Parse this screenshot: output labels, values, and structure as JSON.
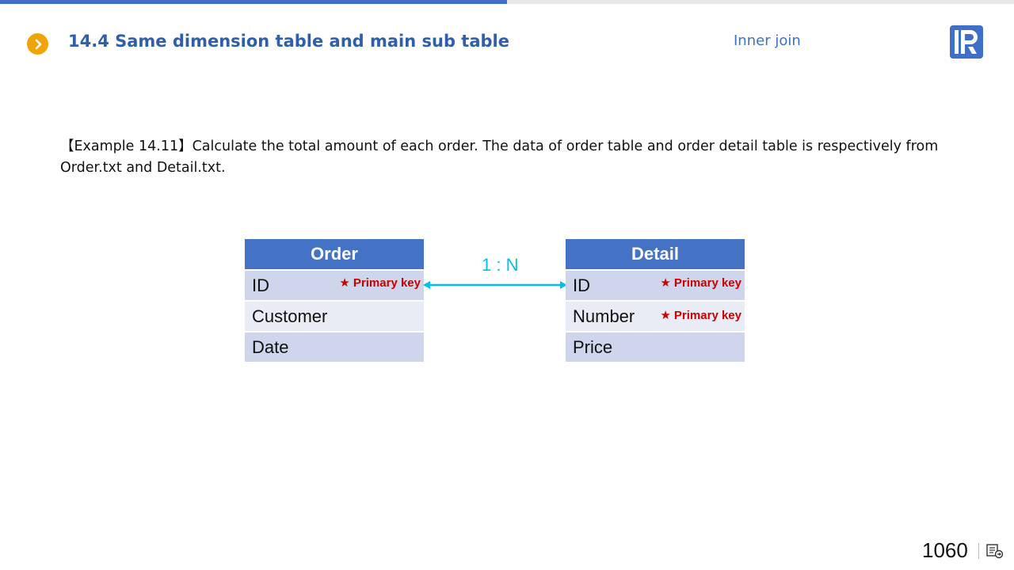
{
  "progress": {
    "fraction": 0.5
  },
  "header": {
    "title": "14.4 Same dimension table and main sub table",
    "subtitle": "Inner join"
  },
  "example": {
    "text": "【Example 14.11】Calculate the total amount of each order. The data of order table and order detail table is respectively from Order.txt and Detail.txt."
  },
  "diagram": {
    "relation_label": "1 : N",
    "primary_key_label": "★ Primary key",
    "order_table": {
      "name": "Order",
      "fields": [
        "ID",
        "Customer",
        "Date"
      ]
    },
    "detail_table": {
      "name": "Detail",
      "fields": [
        "ID",
        "Number",
        "Price"
      ]
    },
    "colors": {
      "header": "#4472c4",
      "row_dark": "#cfd5ea",
      "row_light": "#e9ebf5",
      "primary_key": "#cc0000",
      "connector": "#00c0f0"
    }
  },
  "footer": {
    "page_number": "1060"
  }
}
